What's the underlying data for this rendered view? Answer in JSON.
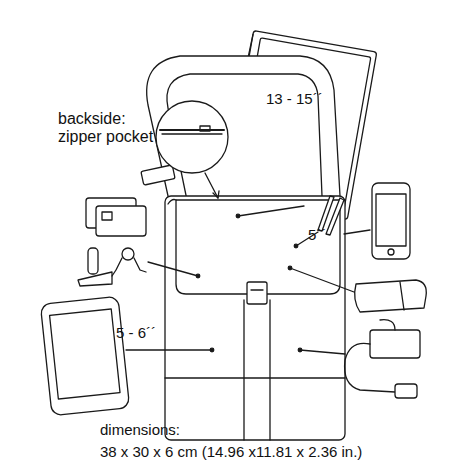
{
  "diagram": {
    "labels": [
      "backside: zipper pocket",
      "13 - 15´´",
      "5´´",
      "5 - 6´´",
      "dimensions:",
      "38 x 30 x 6 cm (14.96 x11.81 x 2.36 in.)"
    ]
  }
}
